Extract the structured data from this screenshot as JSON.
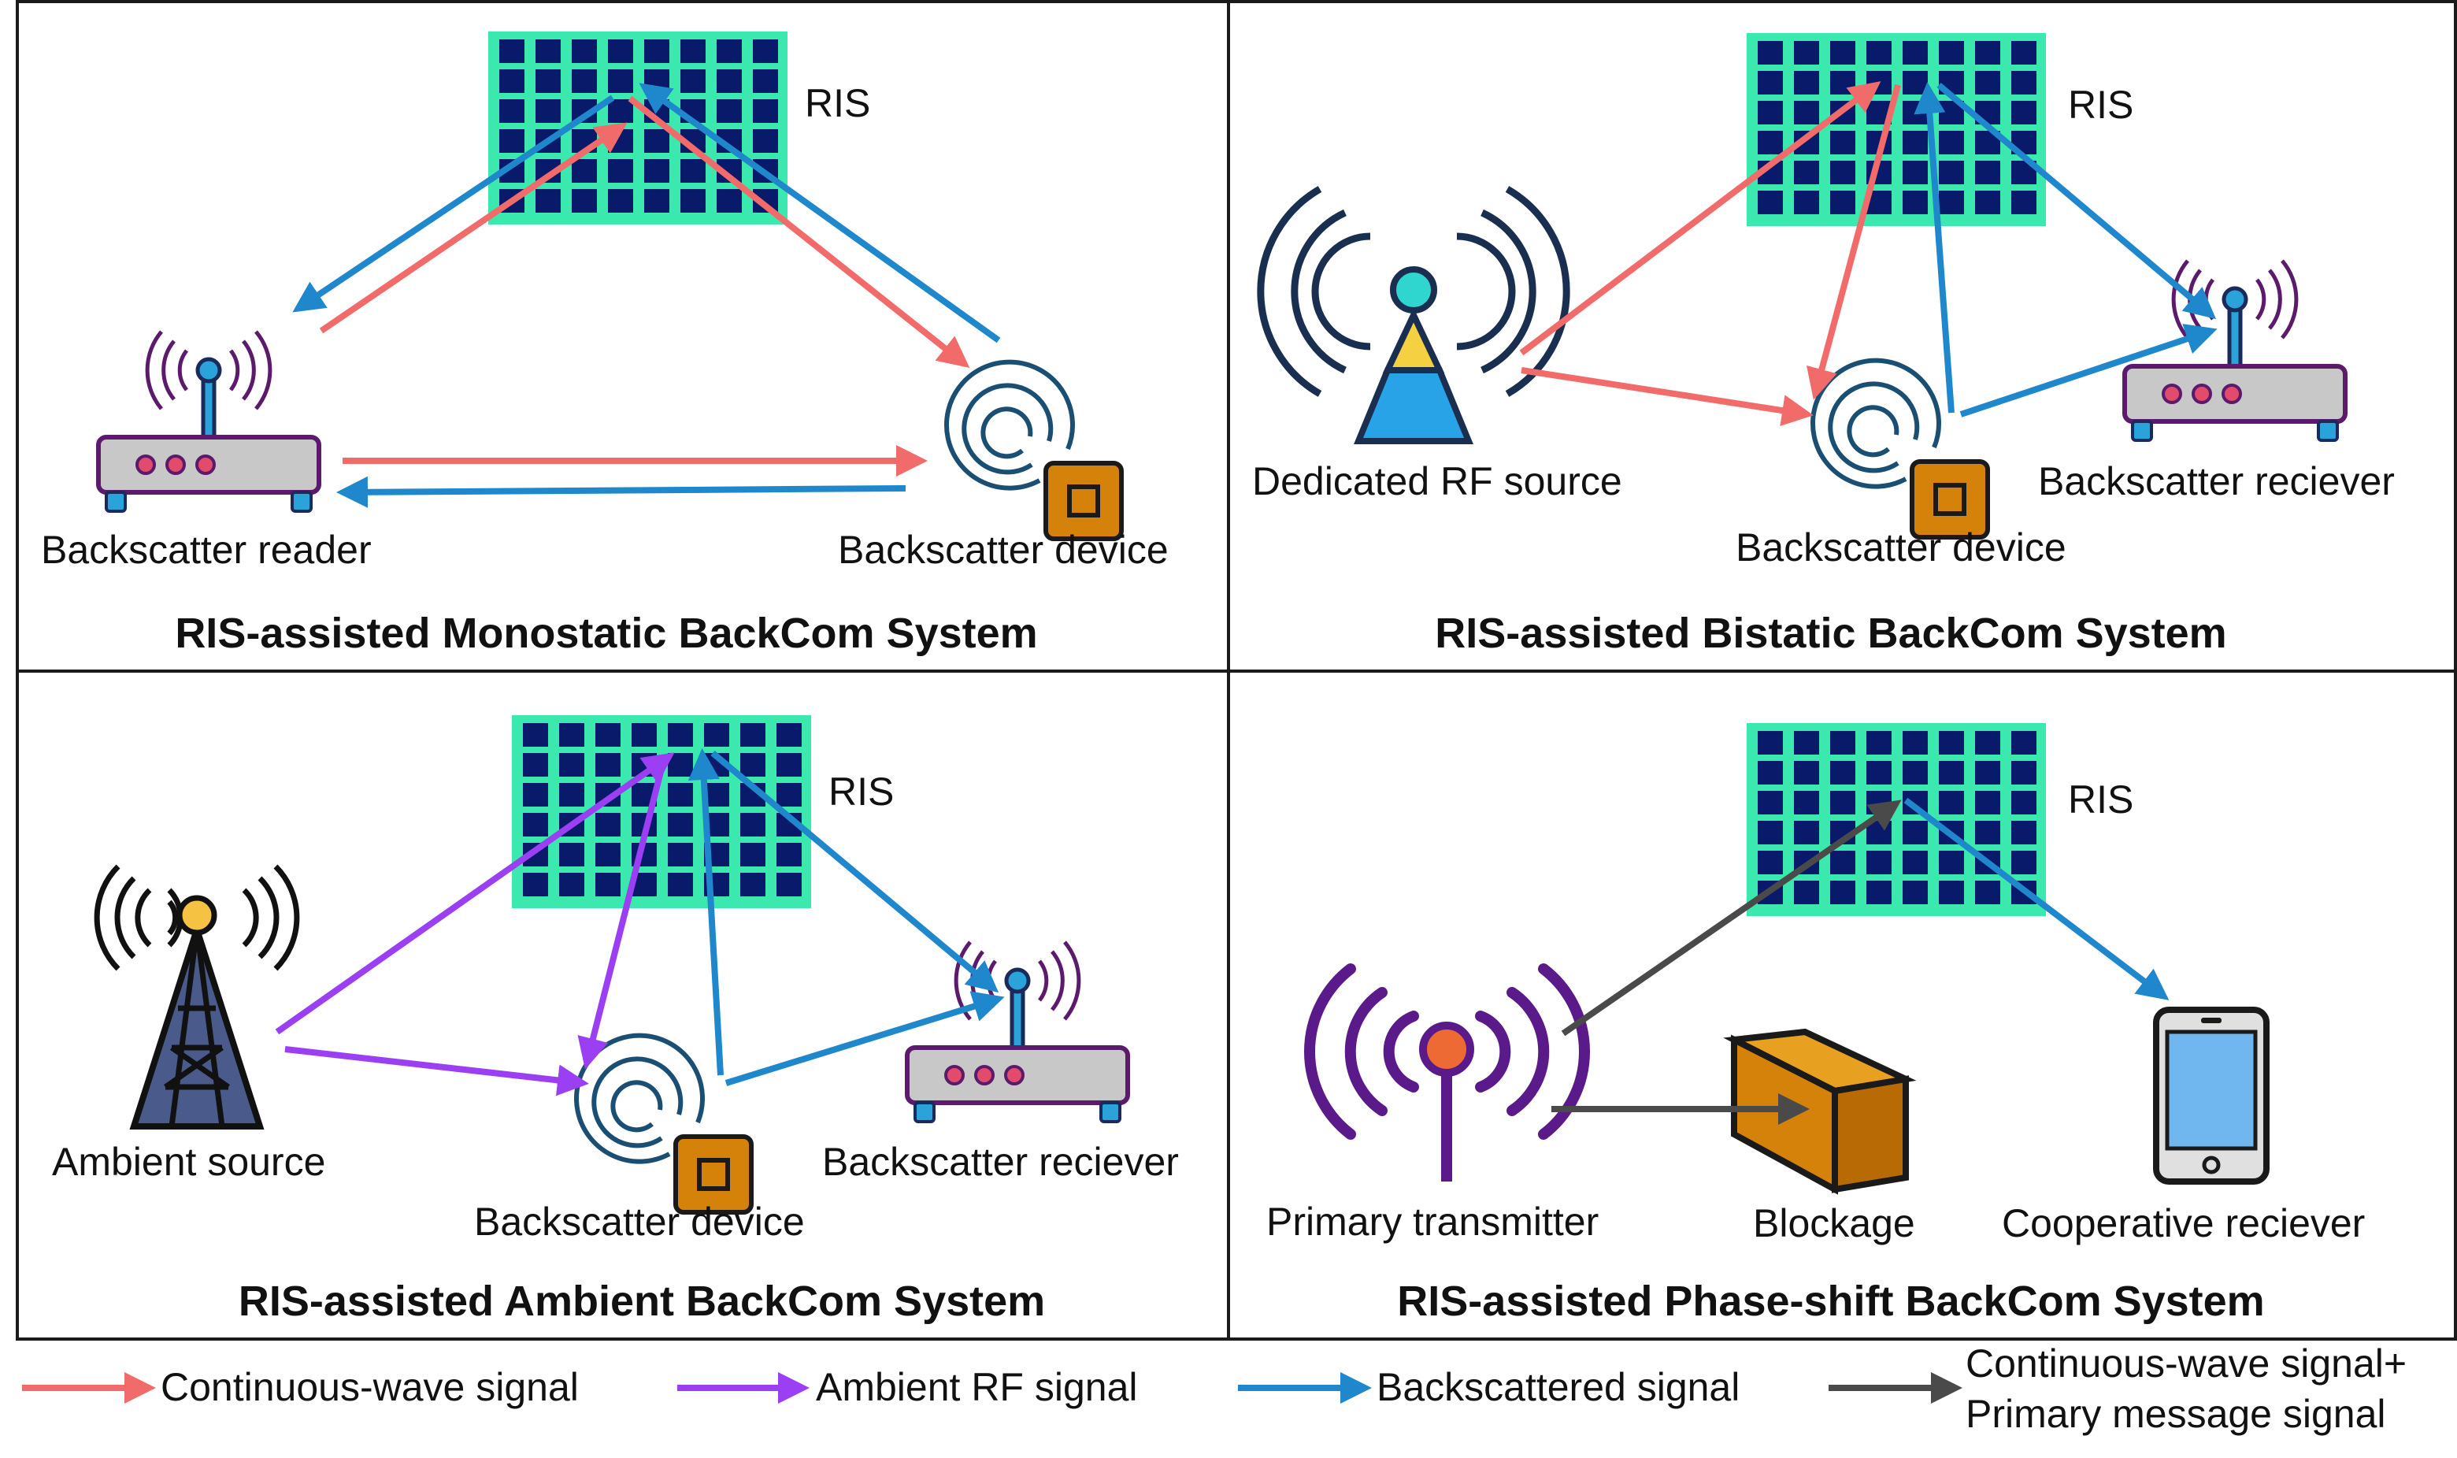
{
  "panels": [
    {
      "title": "RIS-assisted Monostatic BackCom System",
      "ris_label": "RIS",
      "labels": [
        "Backscatter reader",
        "Backscatter device"
      ]
    },
    {
      "title": "RIS-assisted Bistatic BackCom System",
      "ris_label": "RIS",
      "labels": [
        "Dedicated RF source",
        "Backscatter device",
        "Backscatter reciever"
      ]
    },
    {
      "title": "RIS-assisted Ambient BackCom System",
      "ris_label": "RIS",
      "labels": [
        "Ambient source",
        "Backscatter device",
        "Backscatter reciever"
      ]
    },
    {
      "title": "RIS-assisted Phase-shift BackCom System",
      "ris_label": "RIS",
      "labels": [
        "Primary transmitter",
        "Blockage",
        "Cooperative reciever"
      ]
    }
  ],
  "legend": [
    {
      "label": "Continuous-wave signal",
      "color": "#f26b6b"
    },
    {
      "label": "Ambient RF signal",
      "color": "#9b3ff2"
    },
    {
      "label": "Backscattered signal",
      "color": "#1f87cc"
    },
    {
      "label_line1": "Continuous-wave signal+",
      "label_line2": "Primary message signal",
      "color": "#4a4a4a"
    }
  ],
  "colors": {
    "ris_background": "#3be8ad",
    "ris_cell": "#0a1a6b",
    "continuous_wave": "#f26b6b",
    "ambient_rf": "#9b3ff2",
    "backscattered": "#1f87cc",
    "primary": "#4a4a4a",
    "tag_orange": "#d4820a",
    "router_gray": "#c8c8c8",
    "antenna_purple": "#5b1a6b"
  }
}
